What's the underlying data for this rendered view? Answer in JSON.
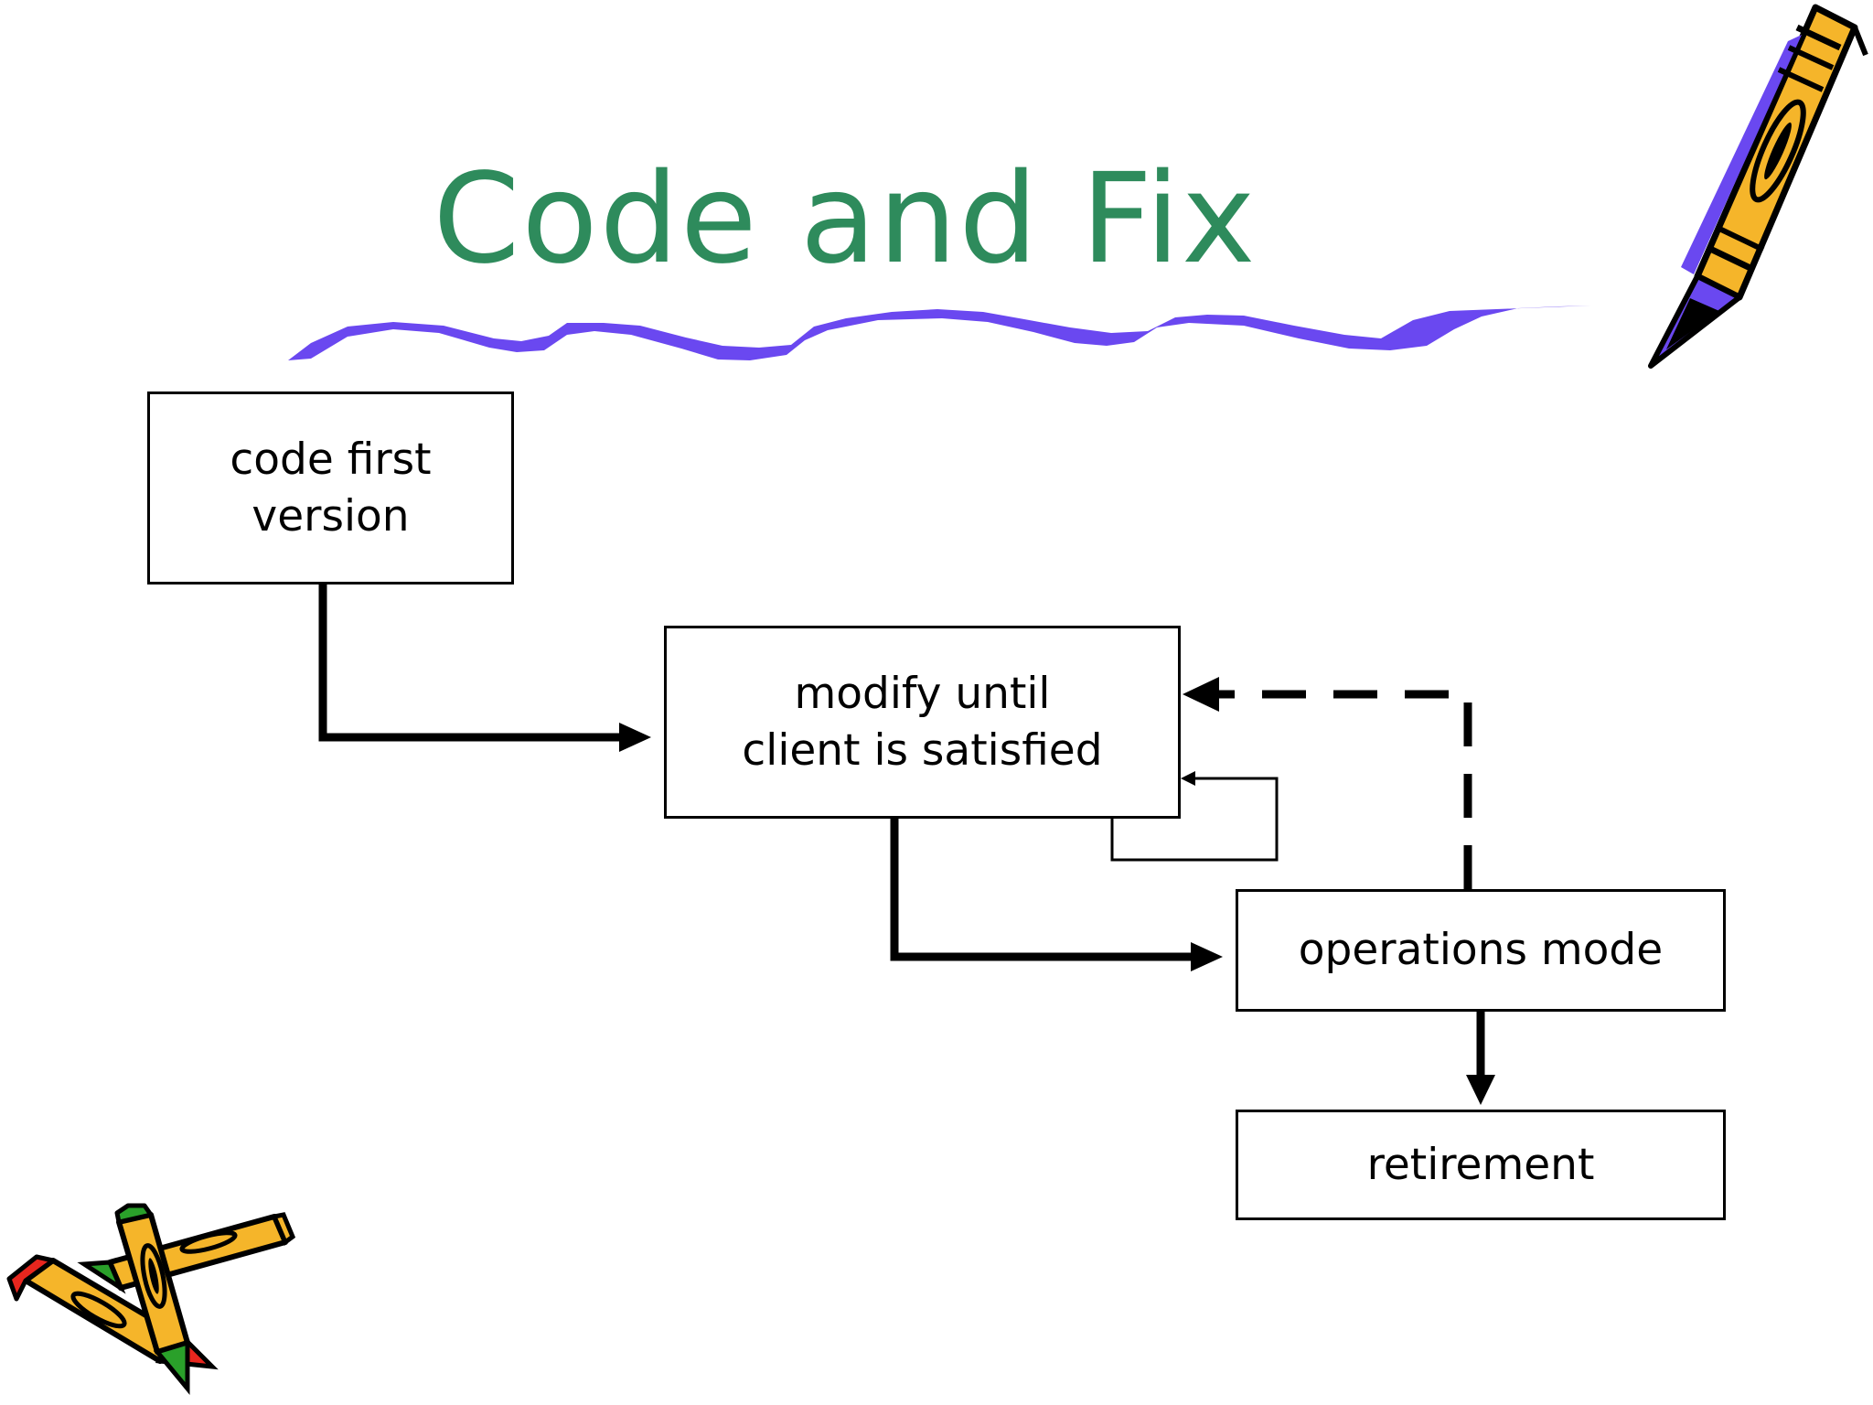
{
  "slide": {
    "title": "Code and Fix",
    "colors": {
      "title": "#2e8b5c",
      "underline": "#6a48f0",
      "pencil_body": "#f5b52a",
      "pencil_outline": "#000000",
      "eraser_red": "#e8261e",
      "eraser_green": "#2aa02a"
    }
  },
  "diagram": {
    "nodes": [
      {
        "id": "code-first",
        "label": "code first\nversion"
      },
      {
        "id": "modify",
        "label": "modify until\nclient is satisfied"
      },
      {
        "id": "operations",
        "label": "operations mode"
      },
      {
        "id": "retirement",
        "label": "retirement"
      }
    ],
    "edges": [
      {
        "from": "code-first",
        "to": "modify",
        "style": "solid"
      },
      {
        "from": "modify",
        "to": "modify",
        "style": "thin-loop"
      },
      {
        "from": "modify",
        "to": "operations",
        "style": "solid"
      },
      {
        "from": "operations",
        "to": "modify",
        "style": "dashed"
      },
      {
        "from": "operations",
        "to": "retirement",
        "style": "solid"
      }
    ]
  },
  "decorations": {
    "top_right_clipart": "pencil-icon",
    "bottom_left_clipart": "crossed-pencils-icon",
    "title_underline": "wavy-underline"
  }
}
